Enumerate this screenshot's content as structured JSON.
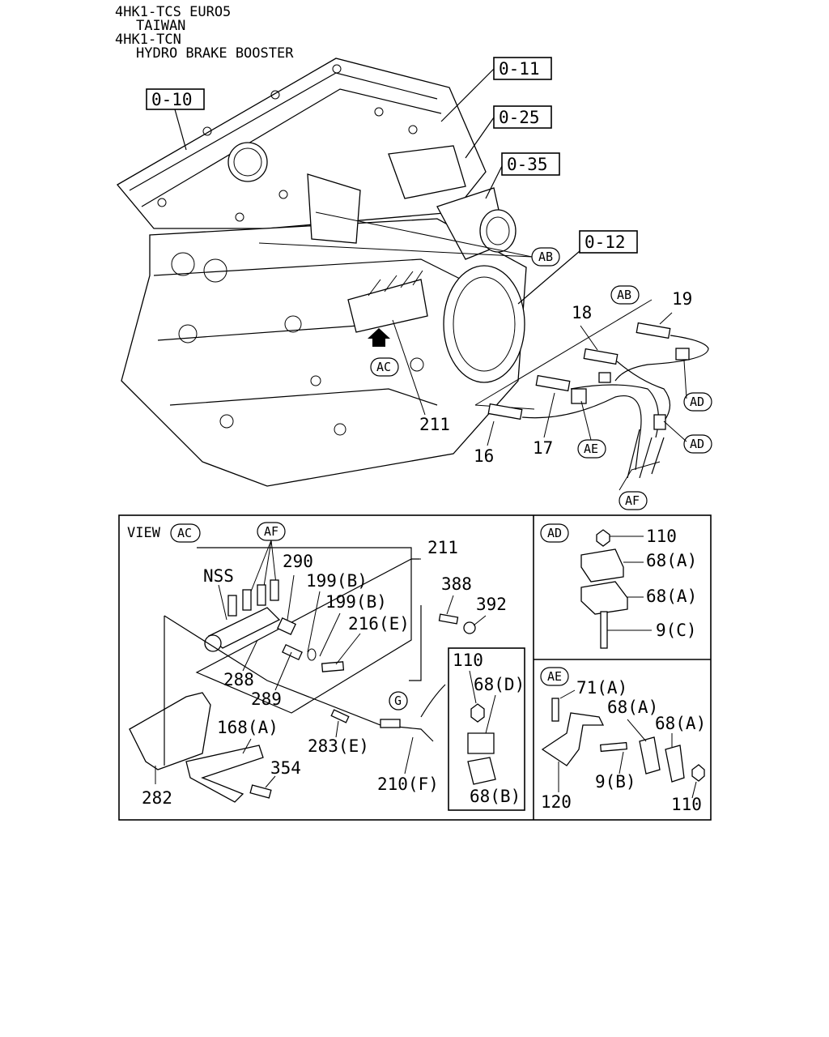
{
  "header": {
    "lines": [
      "4HK1-TCS EURO5",
      "TAIWAN",
      "4HK1-TCN",
      "HYDRO BRAKE BOOSTER"
    ]
  },
  "section_refs": [
    "0-10",
    "0-11",
    "0-25",
    "0-35",
    "0-12"
  ],
  "callouts": {
    "ab": "AB",
    "ac": "AC",
    "ad": "AD",
    "ae": "AE",
    "af": "AF",
    "g": "G"
  },
  "main_parts": {
    "p211": "211",
    "p18": "18",
    "p19": "19",
    "p16": "16",
    "p17": "17"
  },
  "view_ac": {
    "title": "VIEW",
    "labels": {
      "nss": "NSS",
      "p290": "290",
      "p199b_1": "199(B)",
      "p199b_2": "199(B)",
      "p216e": "216(E)",
      "p211": "211",
      "p388": "388",
      "p392": "392",
      "p288": "288",
      "p289": "289",
      "p283e": "283(E)",
      "p168a": "168(A)",
      "p354": "354",
      "p282": "282",
      "p210f": "210(F)"
    },
    "inset": {
      "p110": "110",
      "p68d": "68(D)",
      "p68b": "68(B)"
    }
  },
  "view_ad": {
    "p110": "110",
    "p68a_1": "68(A)",
    "p68a_2": "68(A)",
    "p9c": "9(C)"
  },
  "view_ae": {
    "p71a": "71(A)",
    "p68a_1": "68(A)",
    "p68a_2": "68(A)",
    "p9b": "9(B)",
    "p120": "120",
    "p110": "110"
  }
}
